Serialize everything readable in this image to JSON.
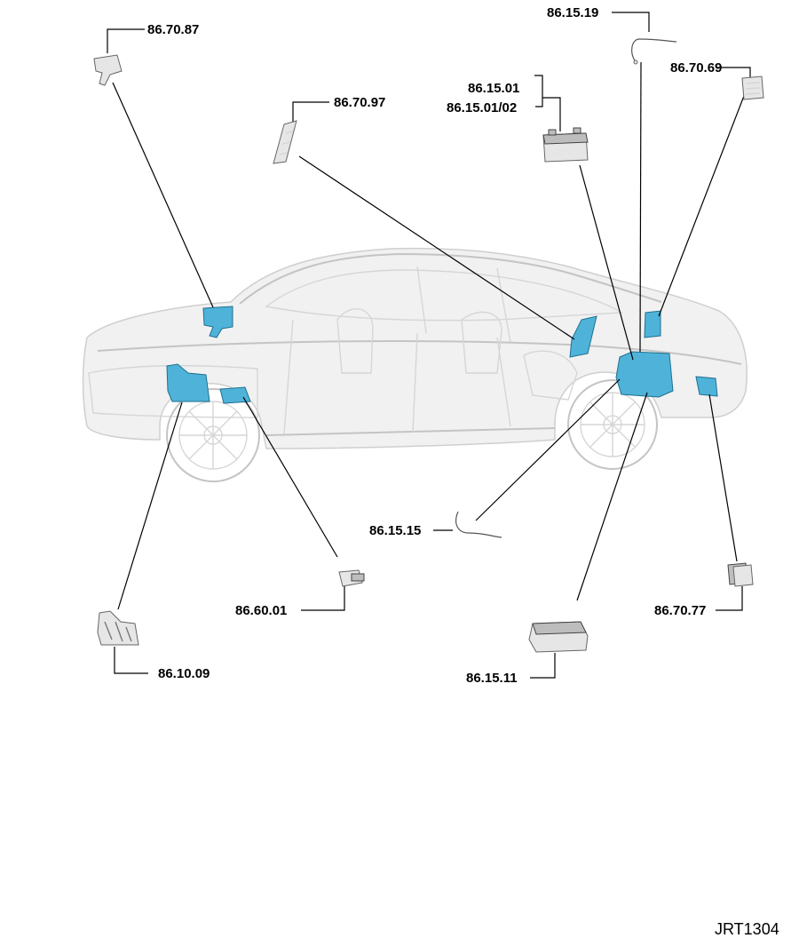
{
  "callouts": [
    {
      "id": "86.70.87",
      "label": "86.70.87"
    },
    {
      "id": "86.70.97",
      "label": "86.70.97"
    },
    {
      "id": "86.15.19",
      "label": "86.15.19"
    },
    {
      "id": "86.70.69",
      "label": "86.70.69"
    },
    {
      "id": "86.15.01",
      "label": "86.15.01"
    },
    {
      "id": "86.15.01/02",
      "label": "86.15.01/02"
    },
    {
      "id": "86.15.15",
      "label": "86.15.15"
    },
    {
      "id": "86.60.01",
      "label": "86.60.01"
    },
    {
      "id": "86.10.09",
      "label": "86.10.09"
    },
    {
      "id": "86.70.77",
      "label": "86.70.77"
    },
    {
      "id": "86.15.11",
      "label": "86.15.11"
    }
  ],
  "figure_ref": "JRT1304",
  "colors": {
    "highlight": "#4fb3d9",
    "leader": "#000000",
    "ghost_car": "#c4c4c4"
  }
}
